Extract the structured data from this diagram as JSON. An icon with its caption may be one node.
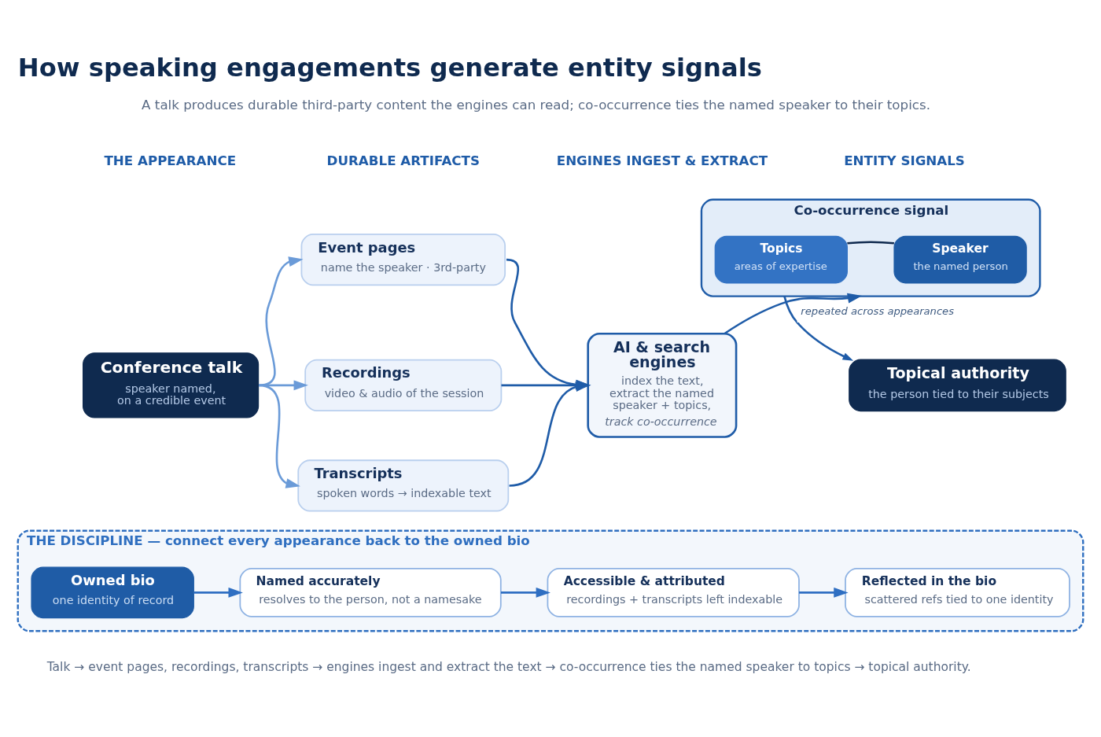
{
  "diagram": {
    "title": "How speaking engagements generate entity signals",
    "caption": "Talk → event pages, recordings, transcripts → engines ingest and extract the text → co-occurrence ties the named speaker to topics → topical authority.",
    "nodes": [
      {
        "text": [
          "Conference talk",
          "speaker named, on a credible event"
        ]
      },
      {
        "text": [
          "Event pages",
          "name the speaker · 3rd-party"
        ]
      },
      {
        "text": [
          "Recordings",
          "video & audio of the session"
        ]
      },
      {
        "text": [
          "Transcripts",
          "spoken words → indexable text"
        ]
      },
      {
        "text": [
          "AI & search engines",
          "index the text, extract the named speaker + topics,",
          "track co-occurrence"
        ]
      },
      {
        "text": [
          "Co-occurrence signal"
        ]
      },
      {
        "text": [
          "Speaker",
          "the named person"
        ],
        "in": 5
      },
      {
        "text": [
          "Topics",
          "areas of expertise"
        ],
        "in": 5
      },
      {
        "text": [
          "Topical authority",
          "the person tied to their subjects"
        ]
      },
      {
        "text": [
          "THE DISCIPLINE — connect every appearance back to the owned bio"
        ]
      },
      {
        "text": [
          "Owned bio",
          "one identity of record"
        ],
        "in": 9
      },
      {
        "text": [
          "Named accurately",
          "resolves to the person, not a namesake"
        ],
        "in": 9
      },
      {
        "text": [
          "Accessible & attributed",
          "recordings + transcripts left indexable"
        ],
        "in": 9
      },
      {
        "text": [
          "Reflected in the bio",
          "scattered refs tied to one identity"
        ],
        "in": 9
      }
    ],
    "edges": [
      {
        "from": 0,
        "to": 1,
        "arrow": "to",
        "color": "#6b9bd8"
      },
      {
        "from": 0,
        "to": 2,
        "arrow": "to",
        "color": "#6b9bd8"
      },
      {
        "from": 0,
        "to": 3,
        "arrow": "to",
        "color": "#6b9bd8"
      },
      {
        "from": 1,
        "to": 4,
        "arrow": "to"
      },
      {
        "from": 2,
        "to": 4,
        "arrow": "to"
      },
      {
        "from": 3,
        "to": 4,
        "arrow": "to"
      },
      {
        "from": 4,
        "to": 5,
        "arrow": "to"
      },
      {
        "from": 6,
        "to": 7,
        "arrow": "none",
        "color": "#0f2a4f"
      },
      {
        "from": 5,
        "to": 8,
        "arrow": "to",
        "label": "repeated across appearances"
      },
      {
        "from": 10,
        "to": 11,
        "arrow": "to",
        "color": "#2f6fc2"
      },
      {
        "from": 11,
        "to": 12,
        "arrow": "to",
        "color": "#2f6fc2"
      },
      {
        "from": 12,
        "to": 13,
        "arrow": "to",
        "color": "#2f6fc2"
      }
    ],
    "labels": [
      "A talk produces durable third-party content the engines can read; co-occurrence ties the named speaker to their topics.",
      "THE APPEARANCE",
      "DURABLE ARTIFACTS",
      "ENGINES INGEST & EXTRACT",
      "ENTITY SIGNALS"
    ]
  }
}
